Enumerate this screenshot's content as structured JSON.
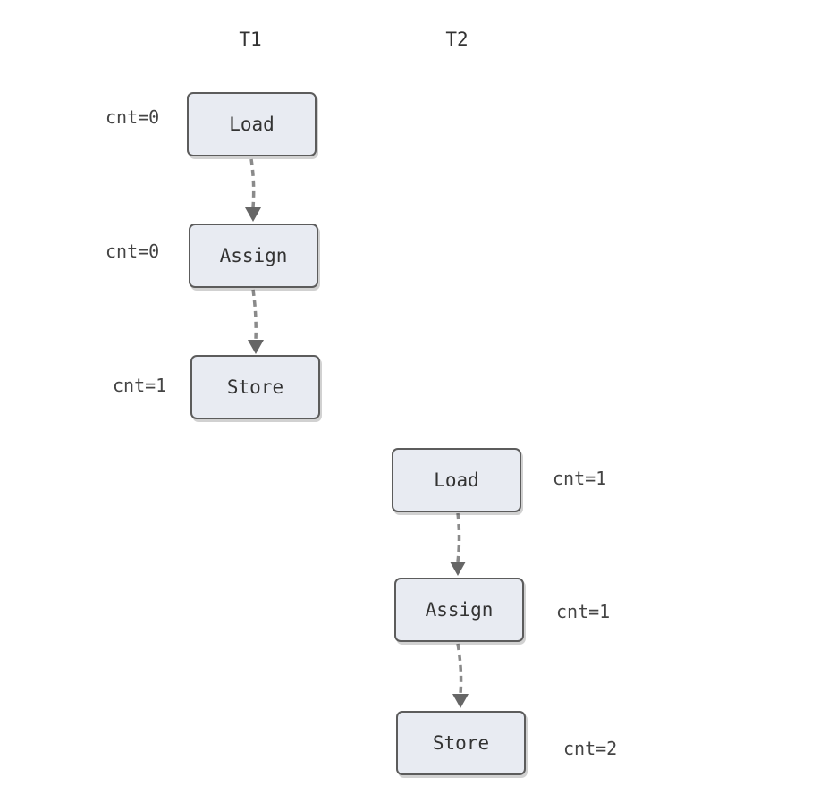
{
  "threads": [
    {
      "title": "T1",
      "steps": [
        {
          "label": "Load",
          "value": "cnt=0"
        },
        {
          "label": "Assign",
          "value": "cnt=0"
        },
        {
          "label": "Store",
          "value": "cnt=1"
        }
      ]
    },
    {
      "title": "T2",
      "steps": [
        {
          "label": "Load",
          "value": "cnt=1"
        },
        {
          "label": "Assign",
          "value": "cnt=1"
        },
        {
          "label": "Store",
          "value": "cnt=2"
        }
      ]
    }
  ],
  "colors": {
    "node_fill": "#e8ebf2",
    "node_border": "#5c5c5c",
    "arrow": "#8a8a8a"
  }
}
